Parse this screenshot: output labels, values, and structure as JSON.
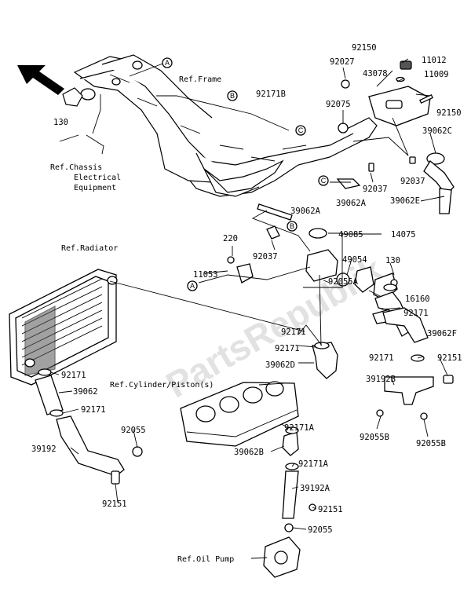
{
  "watermark": "PartsRepublik",
  "refs": {
    "frame": "Ref.Frame",
    "chassis_line1": "Ref.Chassis",
    "chassis_line2": "Electrical",
    "chassis_line3": "Equipment",
    "radiator": "Ref.Radiator",
    "cylinder": "Ref.Cylinder/Piston(s)",
    "oil_pump": "Ref.Oil Pump"
  },
  "callouts": {
    "a": "A",
    "b": "B",
    "c": "C"
  },
  "part_numbers": {
    "p92150_top": "92150",
    "p92027": "92027",
    "p11012": "11012",
    "p43078": "43078",
    "p11009": "11009",
    "p130_left": "130",
    "p92171B": "92171B",
    "p92075": "92075",
    "p92150_right": "92150",
    "p39062C": "39062C",
    "p92037_right": "92037",
    "p92037_mid": "92037",
    "p39062A_top": "39062A",
    "p39062E": "39062E",
    "p39062A_mid": "39062A",
    "p92037_center": "92037",
    "p220": "220",
    "p49085": "49085",
    "p14075": "14075",
    "p11053": "11053",
    "p49054": "49054",
    "p130_right": "130",
    "p92055A": "92055A",
    "p16160": "16160",
    "p92171_r1": "92171",
    "p92171_c1": "92171",
    "p39062F": "39062F",
    "p92171_c2": "92171",
    "p92171_r2": "92171",
    "p92151_r": "92151",
    "p39062D": "39062D",
    "p39192B": "39192B",
    "p92171_l1": "92171",
    "p39062": "39062",
    "p92171_l2": "92171",
    "p92055B_1": "92055B",
    "p92055B_2": "92055B",
    "p92055_l": "92055",
    "p39192": "39192",
    "p92171A_1": "92171A",
    "p39062B": "39062B",
    "p92171A_2": "92171A",
    "p92151_l": "92151",
    "p39192A": "39192A",
    "p92151_c": "92151",
    "p92055_c": "92055"
  }
}
